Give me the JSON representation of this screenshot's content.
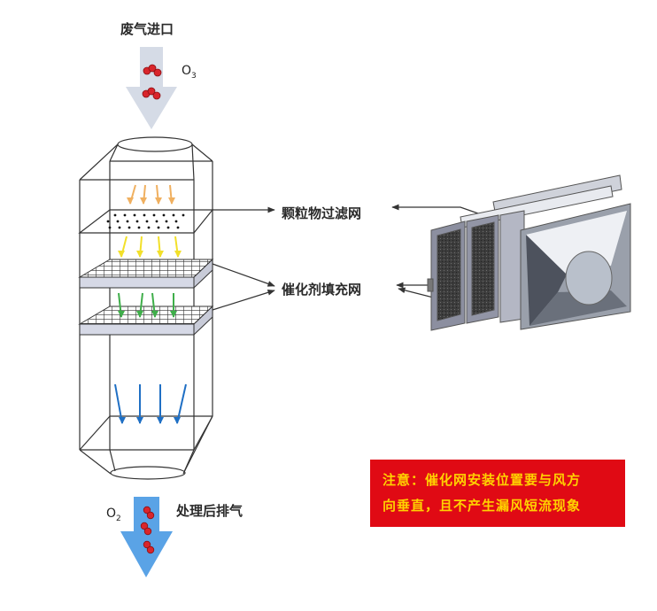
{
  "diagram": {
    "inlet_label": "废气进口",
    "inlet_gas": {
      "symbol": "O",
      "subscript": "3"
    },
    "outlet_label": "处理后排气",
    "outlet_gas": {
      "symbol": "O",
      "subscript": "2"
    },
    "callouts": {
      "particle_filter": "颗粒物过滤网",
      "catalyst_mesh": "催化剂填充网"
    },
    "notice": {
      "line1": "注意：催化网安装位置要与风方",
      "line2": "向垂直，且不产生漏风短流现象"
    },
    "colors": {
      "inlet_arrow": "#d5dbe6",
      "outlet_arrow": "#5aa3e6",
      "molecule": "#d9252b",
      "arrow_orange": "#f0b060",
      "arrow_yellow": "#f2e02a",
      "arrow_green": "#3fae4a",
      "arrow_blue": "#1f6fc4",
      "notice_bg": "#e00a14",
      "notice_text": "#ffd200"
    }
  }
}
